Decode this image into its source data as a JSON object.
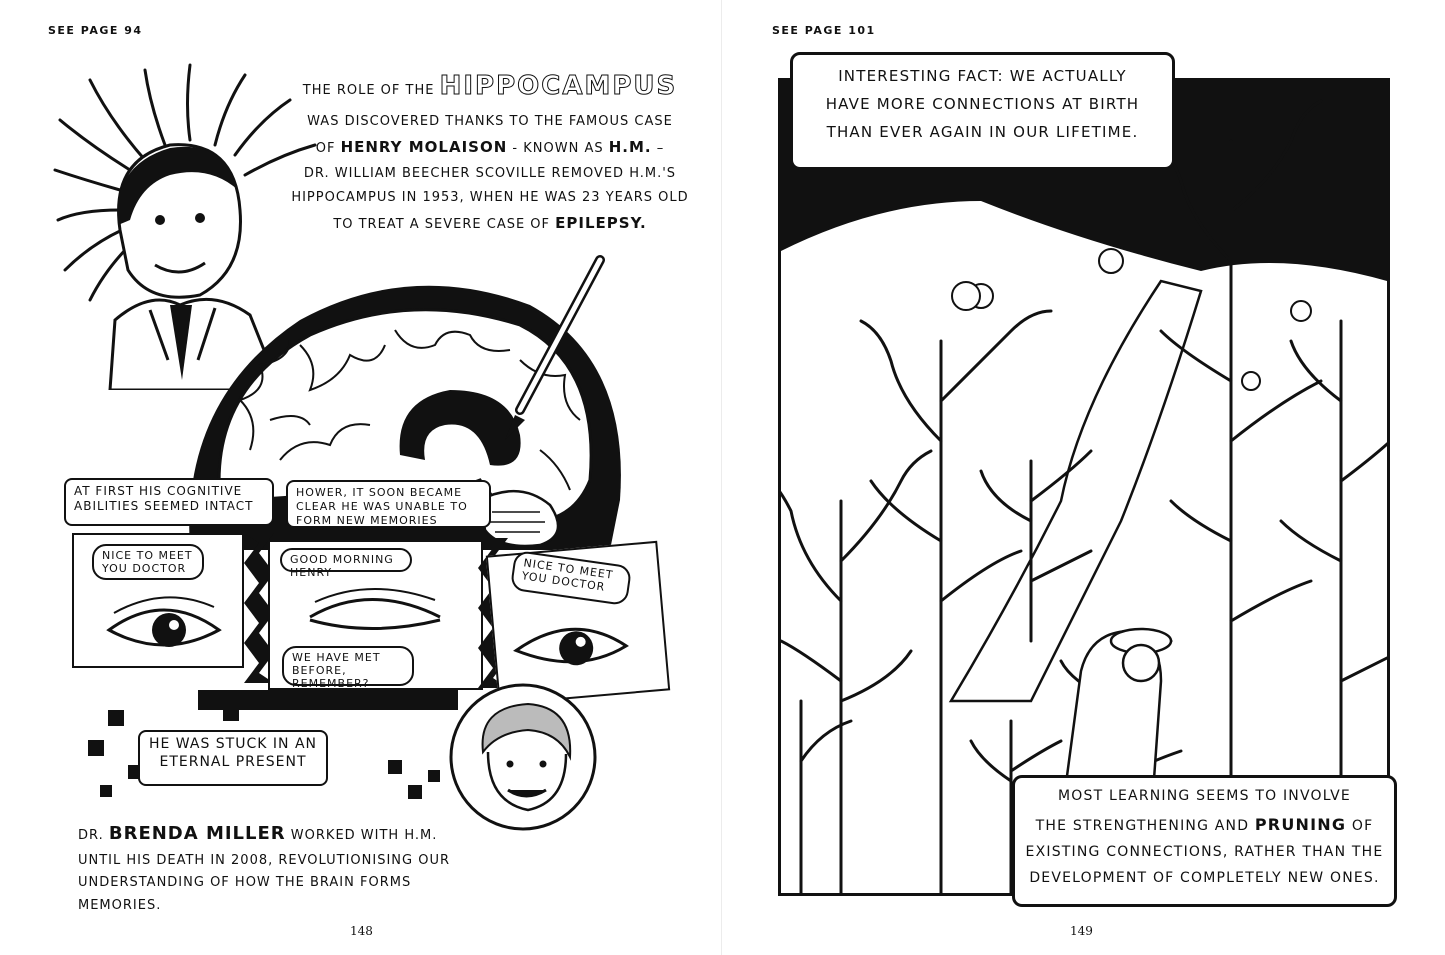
{
  "left_page": {
    "see_page": "SEE PAGE 94",
    "intro": {
      "line1_pre": "THE ROLE OF THE",
      "line1_big": "HIPPOCAMPUS",
      "line2": "WAS DISCOVERED THANKS TO THE FAMOUS CASE",
      "line3_pre": "OF",
      "line3_name": "HENRY MOLAISON",
      "line3_mid": "- KNOWN AS",
      "line3_hm": "H.M.",
      "line3_post": "–",
      "line4": "DR. WILLIAM BEECHER SCOVILLE REMOVED H.M.'S",
      "line5": "HIPPOCAMPUS IN 1953, WHEN HE WAS 23 YEARS OLD",
      "line6_pre": "TO TREAT A SEVERE CASE OF",
      "line6_big": "EPILEPSY."
    },
    "caption_first": "AT FIRST HIS COGNITIVE ABILITIES SEEMED INTACT",
    "caption_however": "HOWER, IT SOON BECAME CLEAR HE WAS UNABLE TO FORM NEW MEMORIES",
    "bubble_meet_1": "NICE TO MEET YOU DOCTOR",
    "bubble_morning": "GOOD MORNING HENRY",
    "bubble_met": "WE HAVE MET BEFORE, REMEMBER?",
    "bubble_meet_2": "NICE TO MEET YOU DOCTOR",
    "caption_stuck": "HE WAS STUCK IN AN ETERNAL PRESENT",
    "credit": {
      "pre": "DR.",
      "name": "BRENDA MILLER",
      "line1_post": "WORKED WITH H.M.",
      "line2": "UNTIL HIS DEATH IN 2008, REVOLUTIONISING OUR",
      "line3": "UNDERSTANDING OF HOW THE BRAIN FORMS MEMORIES."
    },
    "page_number": "148"
  },
  "right_page": {
    "see_page": "SEE PAGE 101",
    "fact_lines": [
      "INTERESTING FACT: WE ACTUALLY",
      "HAVE MORE CONNECTIONS AT BIRTH",
      "THAN EVER AGAIN IN OUR LIFETIME."
    ],
    "learning": {
      "line1": "MOST LEARNING SEEMS TO INVOLVE",
      "line2_pre": "THE STRENGTHENING AND",
      "line2_bold": "PRUNING",
      "line2_post": "OF",
      "line3": "EXISTING CONNECTIONS, RATHER THAN THE",
      "line4": "DEVELOPMENT OF COMPLETELY NEW ONES."
    },
    "page_number": "149"
  },
  "colors": {
    "ink": "#111111",
    "paper": "#ffffff"
  }
}
